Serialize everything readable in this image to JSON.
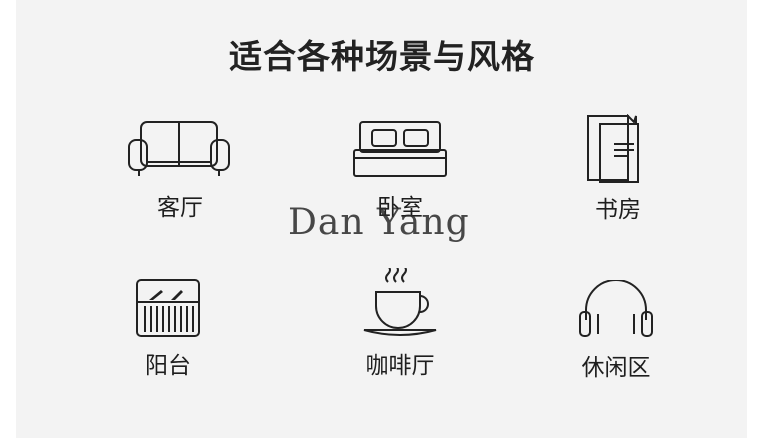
{
  "title": "适合各种场景与风格",
  "watermark": "Dan Yang",
  "scenes": [
    {
      "label": "客厅",
      "icon": "sofa-icon"
    },
    {
      "label": "卧室",
      "icon": "bed-icon"
    },
    {
      "label": "书房",
      "icon": "books-icon"
    },
    {
      "label": "阳台",
      "icon": "piano-icon"
    },
    {
      "label": "咖啡厅",
      "icon": "coffee-cup-icon"
    },
    {
      "label": "休闲区",
      "icon": "headphones-icon"
    }
  ]
}
